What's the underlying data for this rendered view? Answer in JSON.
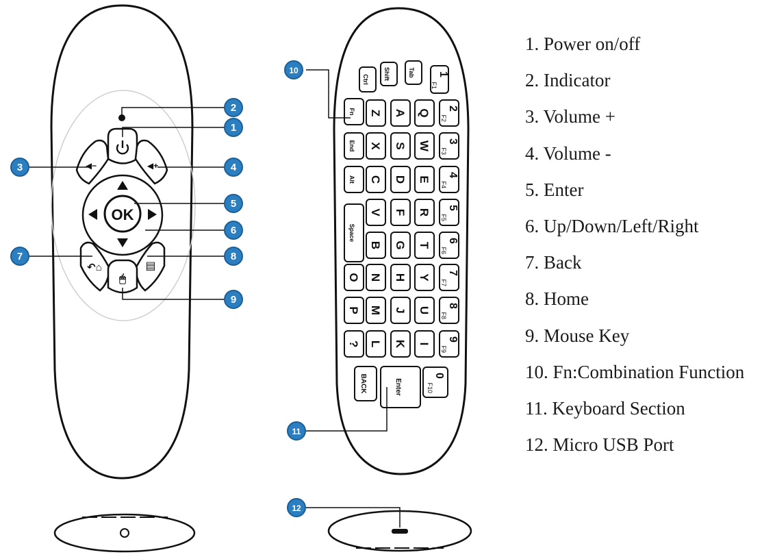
{
  "legend": [
    "1. Power on/off",
    "2. Indicator",
    "3. Volume +",
    "4. Volume -",
    "5. Enter",
    "6. Up/Down/Left/Right",
    "7. Back",
    "8. Home",
    "9. Mouse Key",
    "10. Fn:Combination Function",
    "11. Keyboard Section",
    "12. Micro USB Port"
  ],
  "callouts": [
    "1",
    "2",
    "3",
    "4",
    "5",
    "6",
    "7",
    "8",
    "9",
    "10",
    "11",
    "12"
  ],
  "remote_front": {
    "ok_label": "OK",
    "icons": [
      "power-icon",
      "volume-down-icon",
      "volume-up-icon",
      "arrow-up-icon",
      "arrow-down-icon",
      "arrow-left-icon",
      "arrow-right-icon",
      "back-home-icon",
      "menu-icon",
      "mouse-icon",
      "indicator-led-icon"
    ]
  },
  "keyboard": {
    "top_keys": [
      "Ctrl",
      "Shift",
      "Tab",
      "1",
      "F1"
    ],
    "columns": [
      [
        "Fn",
        "End",
        "Alt",
        "Space",
        "O",
        "P",
        "?"
      ],
      [
        "Z",
        "X",
        "C",
        "V",
        "B",
        "N",
        "M",
        "L"
      ],
      [
        "A",
        "S",
        "D",
        "F",
        "G",
        "H",
        "J",
        "K"
      ],
      [
        "Q",
        "W",
        "E",
        "R",
        "T",
        "Y",
        "U",
        "I"
      ]
    ],
    "number_keys": [
      [
        "2",
        "F2"
      ],
      [
        "3",
        "F3"
      ],
      [
        "4",
        "F4"
      ],
      [
        "5",
        "F5"
      ],
      [
        "6",
        "F6"
      ],
      [
        "7",
        "F7"
      ],
      [
        "8",
        "F8"
      ],
      [
        "9",
        "F9"
      ]
    ],
    "bottom_keys": [
      "BACK",
      "Enter",
      "0",
      "F10"
    ]
  },
  "colors": {
    "callout": "#2b7fc0",
    "callout_ring": "#1c5f96",
    "outline": "#1a1a1a",
    "text": "#1a1a1a"
  }
}
